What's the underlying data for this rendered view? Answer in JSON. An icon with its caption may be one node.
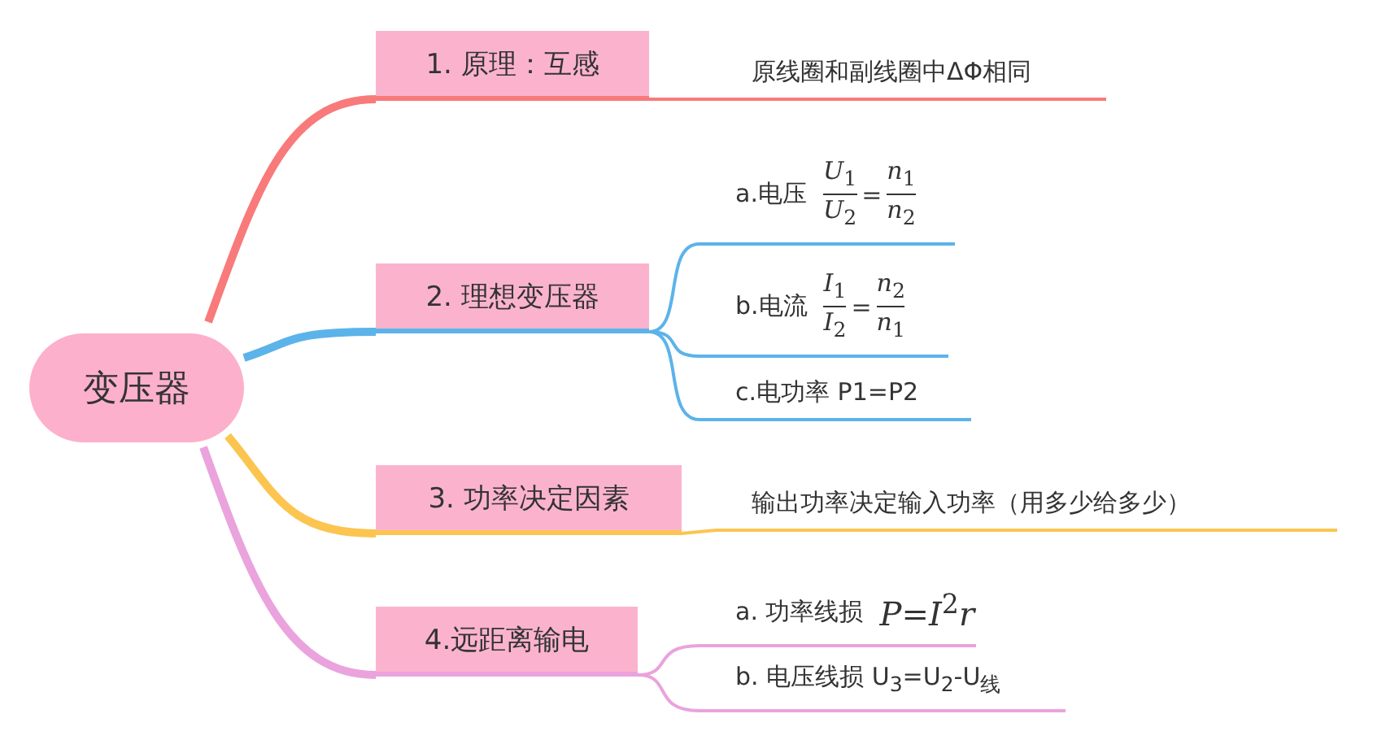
{
  "diagram": {
    "nodes": [
      {
        "text": [
          "变压器"
        ]
      },
      {
        "text": [
          "1. 原理：互感"
        ]
      },
      {
        "text": [
          "2. 理想变压器"
        ]
      },
      {
        "text": [
          "3. 功率决定因素"
        ]
      },
      {
        "text": [
          "4.远距离输电"
        ]
      },
      {
        "text": [
          "原线圈和副线圈中ΔΦ相同"
        ]
      },
      {
        "text": [
          "a.电压",
          "*U*$_{1}$",
          "*U*$_{2}$",
          "=",
          "*n*$_{1}$",
          "*n*$_{2}$"
        ]
      },
      {
        "text": [
          "b.电流",
          "*I*$_{1}$",
          "*I*$_{2}$",
          "=",
          "*n*$_{2}$",
          "*n*$_{1}$"
        ]
      },
      {
        "text": [
          "c.电功率 P1=P2"
        ]
      },
      {
        "text": [
          "输出功率决定输入功率（用多少给多少）"
        ]
      },
      {
        "text": [
          "a. 功率线损",
          "*P*=*I*$^{2}$*r*"
        ]
      },
      {
        "text": [
          "b. 电压线损 U$_{3}$=U$_{2}$-U$_{线}$"
        ]
      }
    ],
    "edges": [
      {
        "from": 0,
        "to": 1,
        "arrow": "none",
        "style": "thick",
        "color": "#f97a7a"
      },
      {
        "from": 0,
        "to": 2,
        "arrow": "none",
        "style": "thick",
        "color": "#5cb3ea"
      },
      {
        "from": 0,
        "to": 3,
        "arrow": "none",
        "style": "thick",
        "color": "#fcc550"
      },
      {
        "from": 0,
        "to": 4,
        "arrow": "none",
        "style": "thick",
        "color": "#eaa3dc"
      },
      {
        "from": 1,
        "to": 5,
        "arrow": "none",
        "color": "#f97a7a"
      },
      {
        "from": 2,
        "to": 6,
        "arrow": "none",
        "color": "#5cb3ea"
      },
      {
        "from": 2,
        "to": 7,
        "arrow": "none",
        "color": "#5cb3ea"
      },
      {
        "from": 2,
        "to": 8,
        "arrow": "none",
        "color": "#5cb3ea"
      },
      {
        "from": 3,
        "to": 9,
        "arrow": "none",
        "color": "#fcc550"
      },
      {
        "from": 4,
        "to": 10,
        "arrow": "none",
        "color": "#eaa3dc"
      },
      {
        "from": 4,
        "to": 11,
        "arrow": "none",
        "color": "#eaa3dc"
      }
    ]
  }
}
